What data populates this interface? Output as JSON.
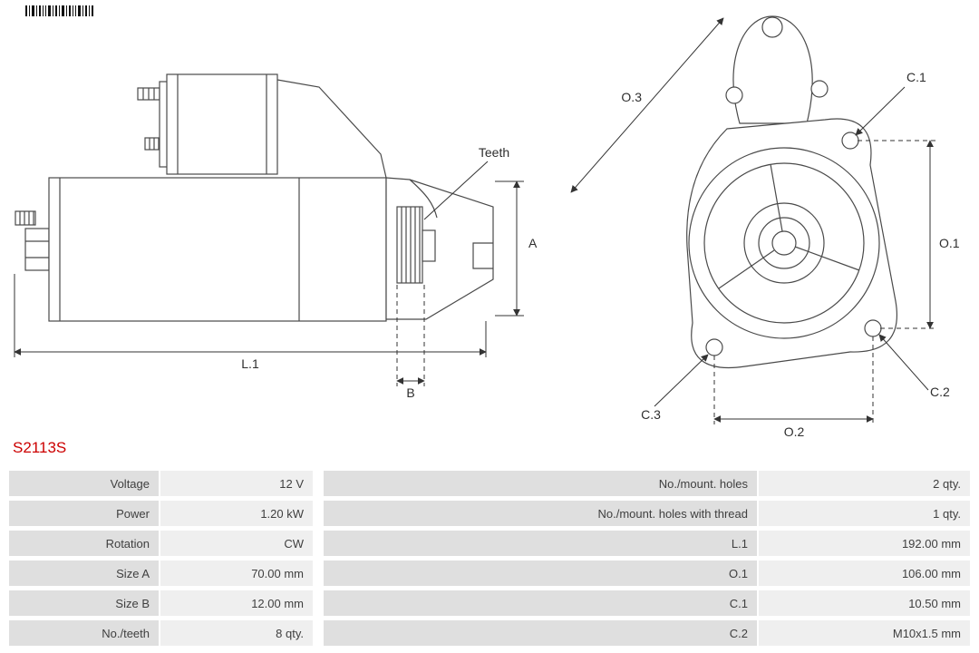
{
  "part_number": "S2113S",
  "drawing": {
    "side_view": {
      "teeth_label": "Teeth",
      "dim_a": "A",
      "dim_b": "B",
      "dim_l1": "L.1"
    },
    "front_view": {
      "dim_o1": "O.1",
      "dim_o2": "O.2",
      "dim_o3": "O.3",
      "dim_c1": "C.1",
      "dim_c2": "C.2",
      "dim_c3": "C.3"
    }
  },
  "specs": {
    "rows": [
      {
        "label1": "Voltage",
        "value1": "12 V",
        "label2": "No./mount. holes",
        "value2": "2 qty."
      },
      {
        "label1": "Power",
        "value1": "1.20 kW",
        "label2": "No./mount. holes with thread",
        "value2": "1 qty."
      },
      {
        "label1": "Rotation",
        "value1": "CW",
        "label2": "L.1",
        "value2": "192.00 mm"
      },
      {
        "label1": "Size A",
        "value1": "70.00 mm",
        "label2": "O.1",
        "value2": "106.00 mm"
      },
      {
        "label1": "Size B",
        "value1": "12.00 mm",
        "label2": "C.1",
        "value2": "10.50 mm"
      },
      {
        "label1": "No./teeth",
        "value1": "8 qty.",
        "label2": "C.2",
        "value2": "M10x1.5 mm"
      }
    ]
  },
  "colors": {
    "part_number": "#cc0000",
    "label_cell_bg": "#dfdfdf",
    "value_cell_bg": "#efefef",
    "drawing_line": "#4a4a4a",
    "dimension_line": "#333333"
  }
}
